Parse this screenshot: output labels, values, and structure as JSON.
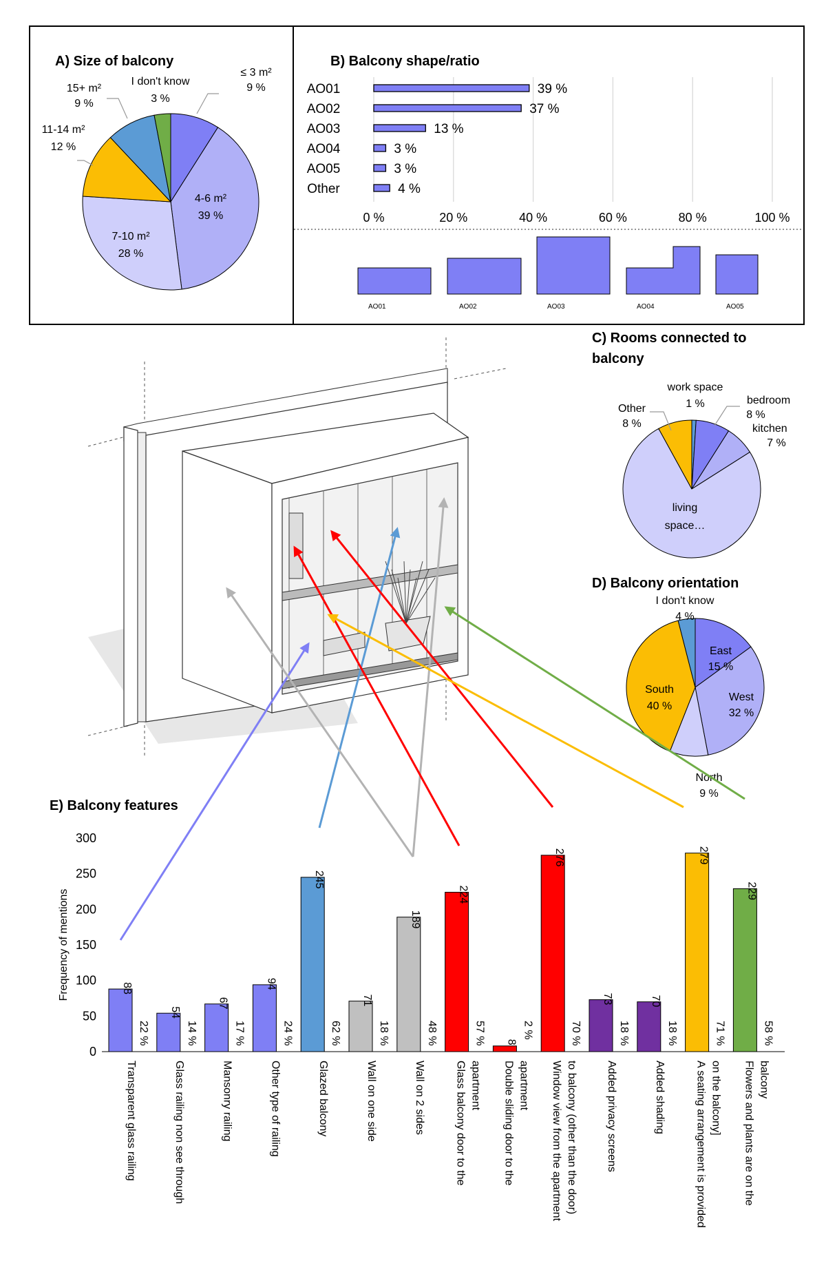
{
  "chart_data": [
    {
      "id": "A",
      "type": "pie",
      "title": "A) Size of balcony",
      "slices": [
        {
          "label": "≤ 3 m²",
          "pct": "9 %",
          "value": 9,
          "color": "#7f7ff5"
        },
        {
          "label": "4-6 m²",
          "pct": "39 %",
          "value": 39,
          "color": "#b0b0f7"
        },
        {
          "label": "7-10 m²",
          "pct": "28 %",
          "value": 28,
          "color": "#cfcffb"
        },
        {
          "label": "11-14 m²",
          "pct": "12 %",
          "value": 12,
          "color": "#fbbd04"
        },
        {
          "label": "15+ m²",
          "pct": "9 %",
          "value": 9,
          "color": "#5b9bd5"
        },
        {
          "label": "I don't know",
          "pct": "3 %",
          "value": 3,
          "color": "#70ad47"
        }
      ]
    },
    {
      "id": "B",
      "type": "bar",
      "orientation": "horizontal",
      "title": "B) Balcony shape/ratio",
      "categories": [
        "AO01",
        "AO02",
        "AO03",
        "AO04",
        "AO05",
        "Other"
      ],
      "values": [
        39,
        37,
        13,
        3,
        3,
        4
      ],
      "value_labels": [
        "39 %",
        "37 %",
        "13 %",
        "3 %",
        "3 %",
        "4 %"
      ],
      "xlim": [
        0,
        100
      ],
      "xticks": [
        "0 %",
        "20 %",
        "40 %",
        "60 %",
        "80 %",
        "100 %"
      ],
      "grid": true,
      "color": "#7f7ff5",
      "shape_labels": [
        "AO01",
        "AO02",
        "AO03",
        "AO04",
        "AO05"
      ]
    },
    {
      "id": "C",
      "type": "pie",
      "title": "C) Rooms connected to balcony",
      "title_lines": [
        "C) Rooms connected to",
        "balcony"
      ],
      "slices": [
        {
          "label": "work space",
          "pct": "1 %",
          "value": 1,
          "color": "#5b9bd5"
        },
        {
          "label": "bedroom",
          "pct": "8 %",
          "value": 8,
          "color": "#7f7ff5"
        },
        {
          "label": "kitchen",
          "pct": "7 %",
          "value": 7,
          "color": "#b0b0f7"
        },
        {
          "label": "living space…",
          "pct": "",
          "value": 76,
          "color": "#cfcffb"
        },
        {
          "label": "Other",
          "pct": "8 %",
          "value": 8,
          "color": "#fbbd04"
        }
      ]
    },
    {
      "id": "D",
      "type": "pie",
      "title": "D) Balcony orientation",
      "slices": [
        {
          "label": "East",
          "pct": "15 %",
          "value": 15,
          "color": "#7f7ff5"
        },
        {
          "label": "West",
          "pct": "32 %",
          "value": 32,
          "color": "#b0b0f7"
        },
        {
          "label": "North",
          "pct": "9 %",
          "value": 9,
          "color": "#cfcffb"
        },
        {
          "label": "South",
          "pct": "40 %",
          "value": 40,
          "color": "#fbbd04"
        },
        {
          "label": "I don't know",
          "pct": "4 %",
          "value": 4,
          "color": "#5b9bd5"
        }
      ]
    },
    {
      "id": "E",
      "type": "bar",
      "title": "E) Balcony features",
      "ylabel": "Frequency of mentions",
      "ylim": [
        0,
        300
      ],
      "yticks": [
        0,
        50,
        100,
        150,
        200,
        250,
        300
      ],
      "grid": false,
      "categories": [
        [
          "Transparent glass railing"
        ],
        [
          "Glass railing non see through"
        ],
        [
          "Mansonry railing"
        ],
        [
          "Other type of railing"
        ],
        [
          "Glazed balcony"
        ],
        [
          "Wall on one side"
        ],
        [
          "Wall on 2 sides"
        ],
        [
          "Glass balcony door to the",
          "apartment"
        ],
        [
          "Double sliding door to the",
          "apartment"
        ],
        [
          "Window view from the apartment",
          "to balcony (other than the door)"
        ],
        [
          "Added privacy screens"
        ],
        [
          "Added shading"
        ],
        [
          "A seating arrangement is provided",
          "on the balcony]"
        ],
        [
          "Flowers and plants are on the",
          "balcony"
        ]
      ],
      "values": [
        88,
        54,
        67,
        94,
        245,
        71,
        189,
        224,
        8,
        276,
        73,
        70,
        279,
        229
      ],
      "percent_labels": [
        "22 %",
        "14 %",
        "17 %",
        "24 %",
        "62 %",
        "18 %",
        "48 %",
        "57 %",
        "2 %",
        "70 %",
        "18 %",
        "18 %",
        "71 %",
        "58 %"
      ],
      "colors": [
        "#7f7ff5",
        "#7f7ff5",
        "#7f7ff5",
        "#7f7ff5",
        "#5b9bd5",
        "#c0c0c0",
        "#c0c0c0",
        "#ff0000",
        "#ff0000",
        "#ff0000",
        "#7030a0",
        "#7030a0",
        "#fbbd04",
        "#70ad47"
      ]
    }
  ]
}
